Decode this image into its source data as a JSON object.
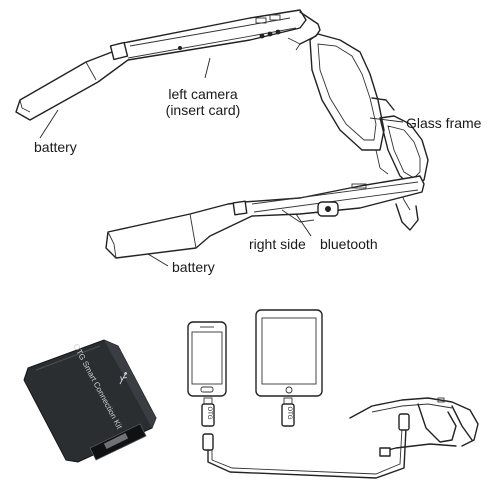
{
  "labels": {
    "left_camera": "left camera",
    "insert_card": "(insert card)",
    "battery_left": "battery",
    "glass_frame": "Glass frame",
    "right_side": "right side",
    "bluetooth": "bluetooth",
    "battery_right": "battery",
    "otg_adapter_text": "OTG  Smart Connection Kit",
    "otg_small_1": "OTG",
    "otg_small_2": "OTG"
  },
  "colors": {
    "line": "#222222",
    "adapter_body": "#2b2e31",
    "adapter_text": "#c9ccce",
    "background": "#ffffff"
  },
  "icons": {
    "usb": "usb-icon"
  }
}
